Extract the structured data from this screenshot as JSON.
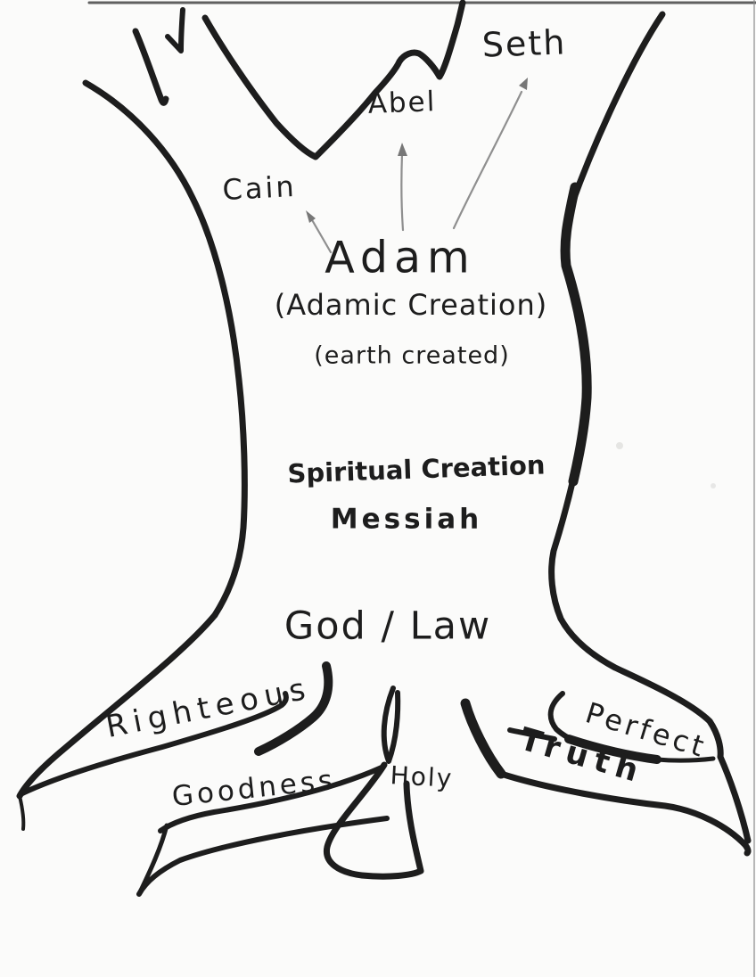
{
  "page": {
    "background_color": "#fbfbfa",
    "ink_color": "#1d1d1d",
    "arrow_color": "#8f8f8f"
  },
  "diagram": {
    "type": "hand-drawn tree diagram",
    "labels": {
      "seth": "Seth",
      "abel": "Abel",
      "cain": "Cain",
      "adam": "Adam",
      "adamic_creation": "(Adamic Creation)",
      "earth_created": "(earth created)",
      "spiritual_creation": "Spiritual Creation",
      "messiah": "Messiah",
      "god_law": "God / Law",
      "righteous": "Righteous",
      "goodness": "Goodness",
      "holy": "Holy",
      "truth": "Truth",
      "perfect": "Perfect"
    },
    "groups": {
      "branch_labels": [
        "Cain",
        "Abel",
        "Seth"
      ],
      "trunk_labels": [
        "Adam",
        "(Adamic Creation)",
        "(earth created)",
        "Spiritual Creation",
        "Messiah",
        "God / Law"
      ],
      "root_labels": [
        "Righteous",
        "Goodness",
        "Holy",
        "Truth",
        "Perfect"
      ]
    },
    "arrows": [
      {
        "from": "Adam",
        "to": "Cain"
      },
      {
        "from": "Adam",
        "to": "Abel"
      },
      {
        "from": "Adam",
        "to": "Seth"
      }
    ]
  }
}
